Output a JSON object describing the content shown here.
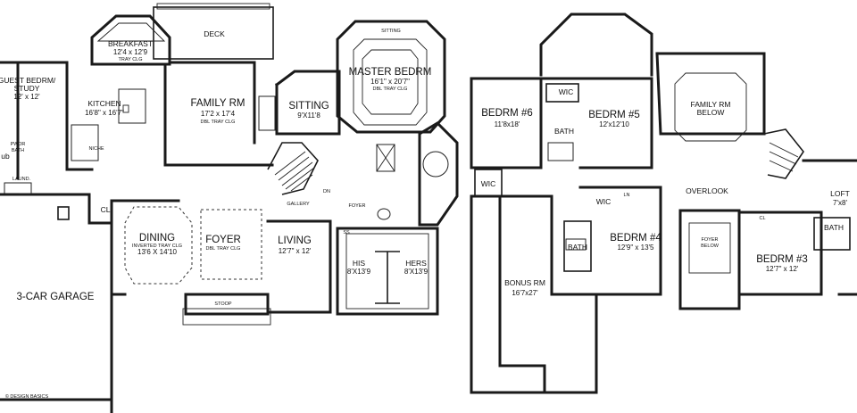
{
  "first_floor": {
    "deck": "DECK",
    "breakfast": {
      "name": "BREAKFAST",
      "dims": "12'4 x 12'9",
      "note": "TRAY CLG"
    },
    "kitchen": {
      "name": "KITCHEN",
      "dims": "16'8\" x 16'7\""
    },
    "family": {
      "name": "FAMILY RM",
      "dims": "17'2 x 17'4",
      "note": "DBL TRAY CLG"
    },
    "sitting_1": {
      "name": "SITTING",
      "dims": "9'X11'8"
    },
    "sitting_2": {
      "name": "SITTING"
    },
    "master": {
      "name": "MASTER BEDRM",
      "dims": "16'1\" x 20'7\"",
      "note": "DBL TRAY CLG"
    },
    "guest": {
      "name": "GUEST BEDRM/",
      "name2": "STUDY",
      "dims": "12' x 12'"
    },
    "pwdr": {
      "name": "PWDR",
      "name2": "BATH"
    },
    "laund": "LAUND.",
    "cl_1": "CL",
    "dining": {
      "name": "DINING",
      "note": "INVERTED TRAY CLG",
      "dims": "13'6 X 14'10"
    },
    "foyer_main": {
      "name": "FOYER",
      "note": "DBL TRAY CLG"
    },
    "living": {
      "name": "LIVING",
      "dims": "12'7\" x 12'"
    },
    "foyer_small": "FOYER",
    "his": {
      "name": "HIS",
      "dims": "8'X13'9"
    },
    "hers": {
      "name": "HERS",
      "dims": "8'X13'9"
    },
    "garage": "3-CAR GARAGE",
    "stoop": "STOOP",
    "niche": "NICHE",
    "gallery": "GALLERY",
    "dn": "DN",
    "ss": "SS",
    "ub": "ub",
    "copyright": "© DESIGN BASICS"
  },
  "second_floor": {
    "bedrm6": {
      "name": "BEDRM #6",
      "dims": "11'8x18'"
    },
    "bedrm5": {
      "name": "BEDRM #5",
      "dims": "12'x12'10"
    },
    "family_below": {
      "name": "FAMILY RM",
      "name2": "BELOW"
    },
    "wic_1": "WIC",
    "wic_2": "WIC",
    "wic_3": "WIC",
    "bath_1": "BATH",
    "bath_2": "BATH",
    "bath_3": "BATH",
    "overlook": "OVERLOOK",
    "loft": {
      "name": "LOFT",
      "dims": "7'x8'"
    },
    "bedrm4": {
      "name": "BEDRM #4",
      "dims": "12'9\" x 13'5"
    },
    "foyer_below": {
      "name": "FOYER",
      "name2": "BELOW"
    },
    "bedrm3": {
      "name": "BEDRM #3",
      "dims": "12'7\" x 12'"
    },
    "bonus": {
      "name": "BONUS RM",
      "dims": "16'7x27'"
    },
    "ln": "LN",
    "cl": "CL"
  }
}
